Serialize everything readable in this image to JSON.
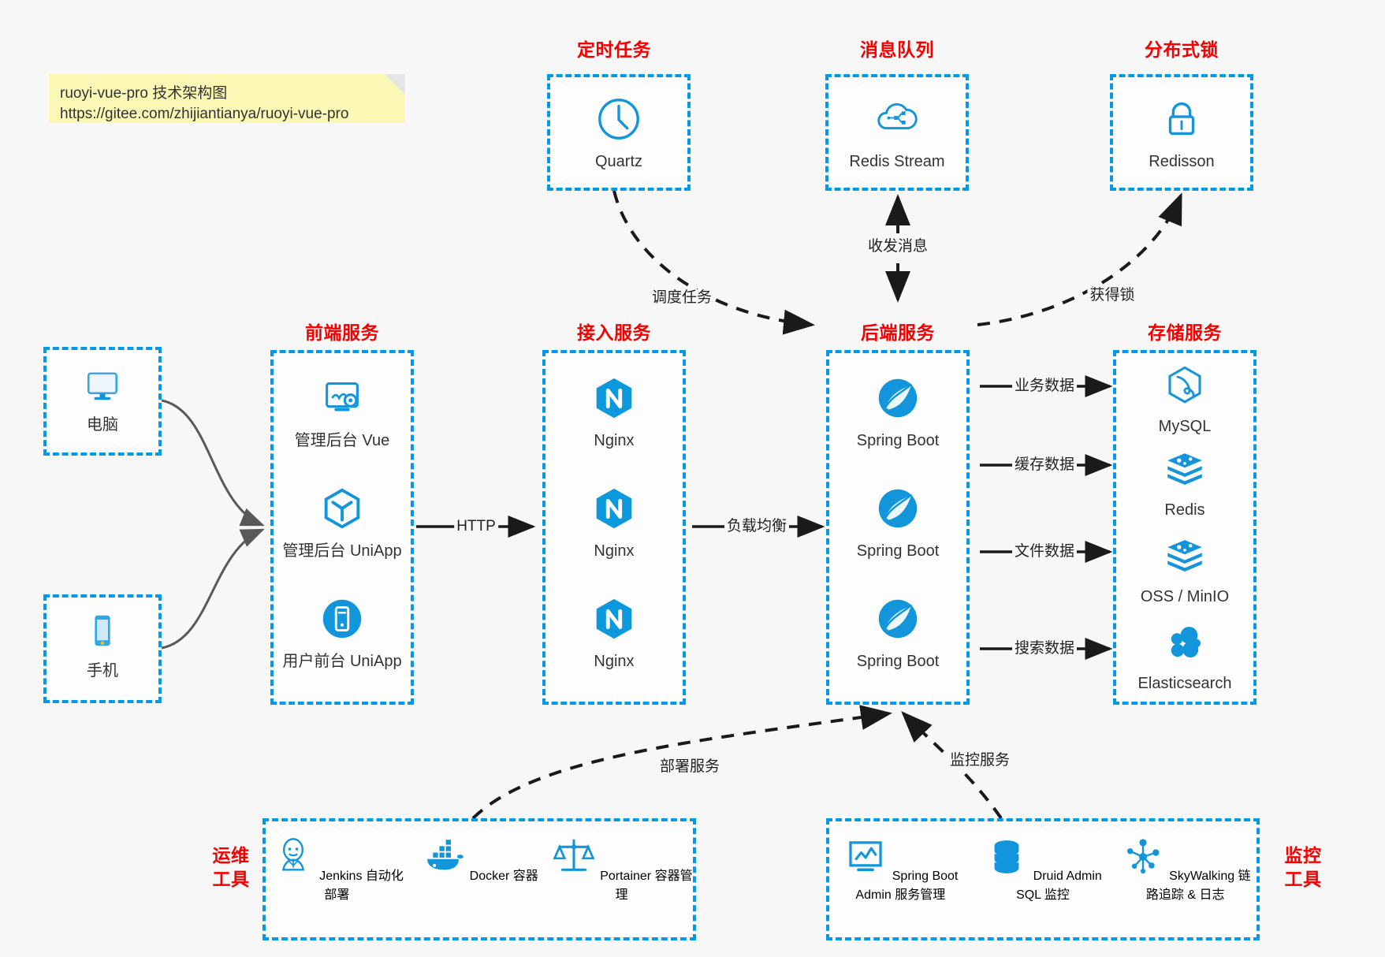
{
  "note": {
    "line1": "ruoyi-vue-pro 技术架构图",
    "line2": "https://gitee.com/zhijiantianya/ruoyi-vue-pro"
  },
  "colors": {
    "dash_blue": "#029ae8",
    "title_red": "#f40000",
    "icon_blue": "#1295db",
    "arrow_dark": "#1a1a1a",
    "note_yellow": "#fbf7b5",
    "page_bg": "#f7f7f7"
  },
  "groups": {
    "scheduled_task": {
      "title": "定时任务",
      "nodes": [
        {
          "label": "Quartz",
          "icon": "clock-icon"
        }
      ]
    },
    "message_queue": {
      "title": "消息队列",
      "nodes": [
        {
          "label": "Redis Stream",
          "icon": "cloud-stream-icon"
        }
      ]
    },
    "distributed_lock": {
      "title": "分布式锁",
      "nodes": [
        {
          "label": "Redisson",
          "icon": "lock-icon"
        }
      ]
    },
    "devices": {
      "title": "",
      "nodes": [
        {
          "label": "电脑",
          "icon": "desktop-icon"
        },
        {
          "label": "手机",
          "icon": "mobile-icon"
        }
      ]
    },
    "frontend": {
      "title": "前端服务",
      "nodes": [
        {
          "label": "管理后台 Vue",
          "icon": "dashboard-gear-icon"
        },
        {
          "label": "管理后台 UniApp",
          "icon": "cube-icon"
        },
        {
          "label": "用户前台 UniApp",
          "icon": "phone-circle-icon"
        }
      ]
    },
    "gateway": {
      "title": "接入服务",
      "nodes": [
        {
          "label": "Nginx",
          "icon": "nginx-icon"
        },
        {
          "label": "Nginx",
          "icon": "nginx-icon"
        },
        {
          "label": "Nginx",
          "icon": "nginx-icon"
        }
      ]
    },
    "backend": {
      "title": "后端服务",
      "nodes": [
        {
          "label": "Spring Boot",
          "icon": "spring-icon"
        },
        {
          "label": "Spring Boot",
          "icon": "spring-icon"
        },
        {
          "label": "Spring Boot",
          "icon": "spring-icon"
        }
      ]
    },
    "storage": {
      "title": "存储服务",
      "nodes": [
        {
          "label": "MySQL",
          "icon": "mysql-icon"
        },
        {
          "label": "Redis",
          "icon": "redis-icon"
        },
        {
          "label": "OSS / MinIO",
          "icon": "redis-icon"
        },
        {
          "label": "Elasticsearch",
          "icon": "elasticsearch-icon"
        }
      ]
    },
    "devops": {
      "title": "运维\n工具",
      "title_line1": "运维",
      "title_line2": "工具",
      "nodes": [
        {
          "label": "Jenkins",
          "sub": "自动化部署",
          "icon": "jenkins-icon"
        },
        {
          "label": "Docker",
          "sub": "容器",
          "icon": "docker-icon"
        },
        {
          "label": "Portainer",
          "sub": "容器管理",
          "icon": "scale-icon"
        }
      ]
    },
    "monitoring": {
      "title_line1": "监控",
      "title_line2": "工具",
      "nodes": [
        {
          "label": "Spring Boot Admin",
          "sub": "服务管理",
          "icon": "chart-monitor-icon"
        },
        {
          "label": "Druid Admin",
          "sub": "SQL 监控",
          "icon": "database-icon"
        },
        {
          "label": "SkyWalking",
          "sub": "链路追踪 & 日志",
          "icon": "skywalking-icon"
        }
      ]
    }
  },
  "edge_labels": {
    "schedule_task": "调度任务",
    "send_receive_message": "收发消息",
    "acquire_lock": "获得锁",
    "http": "HTTP",
    "load_balance": "负载均衡",
    "business_data": "业务数据",
    "cache_data": "缓存数据",
    "file_data": "文件数据",
    "search_data": "搜索数据",
    "deploy_service": "部署服务",
    "monitor_service": "监控服务"
  }
}
